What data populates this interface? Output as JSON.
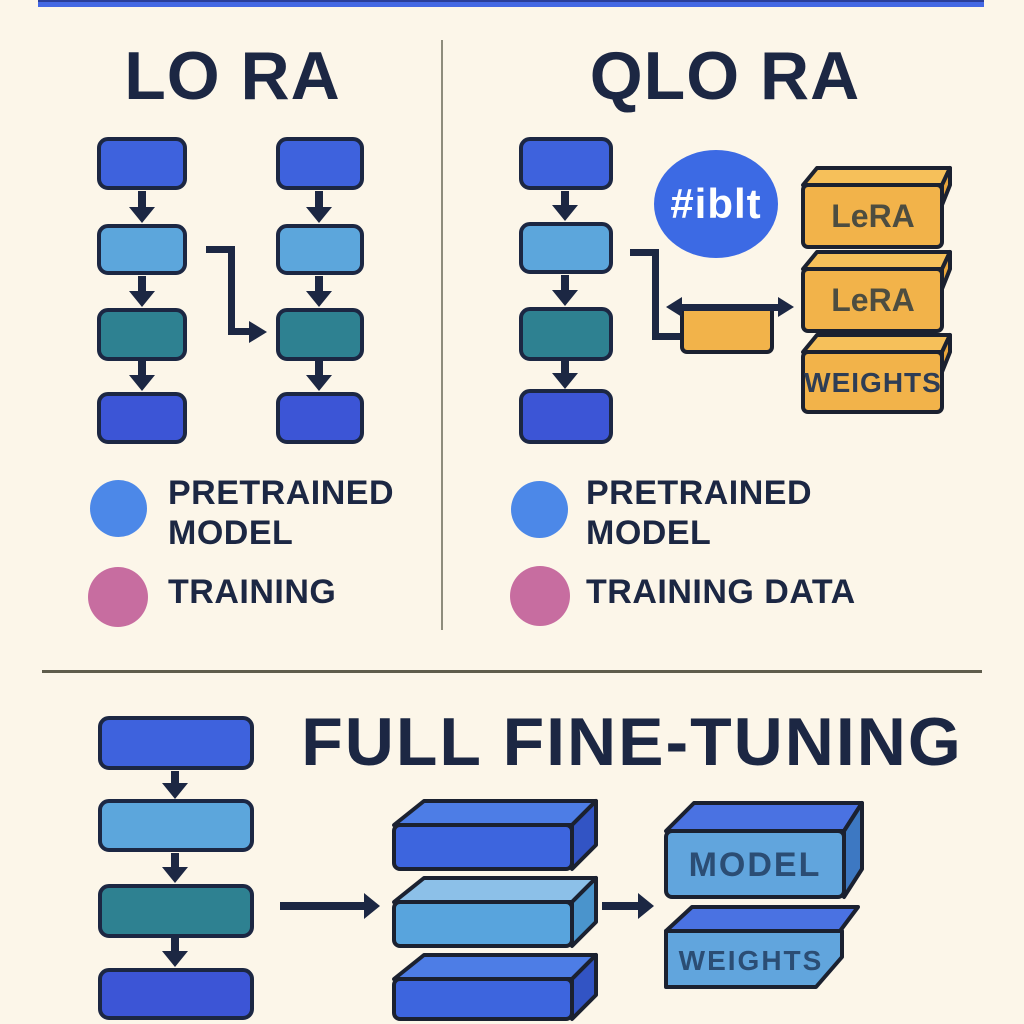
{
  "colors": {
    "bg": "#fcf6e9",
    "navy": "#1c2743",
    "outline": "#1b2130",
    "bar_blue": "#4468e4",
    "divider_v": "#8e8c7c",
    "divider_h": "#5f5d4c",
    "row1": "#3e62dd",
    "row2": "#5ca6dc",
    "row3": "#2e8191",
    "row4": "#3c55d6",
    "legend_blue": "#4c88e8",
    "legend_pink": "#c76da0",
    "badge_blue": "#3c6ae4",
    "orange": "#f2b34a",
    "orange_top": "#f6c05a",
    "orange_side": "#e9a63c",
    "stack_royal": "#3d65de",
    "stack_royal_top": "#4d7de6",
    "stack_royal_side": "#3254c4",
    "stack_light": "#58a4dd",
    "stack_light_top": "#8cc0e8",
    "stack_light_side": "#4a94cc",
    "box3d_front": "#61a5dd",
    "box3d_top": "#4a72e2",
    "box3d_side": "#3d78c2",
    "label_olive": "#4d4d40",
    "label_navy": "#2b4d74",
    "label_navy_dk": "#2e3d55"
  },
  "sections": {
    "lora": {
      "title": "LO RA",
      "legend": {
        "pretrained": {
          "line1": "PRETRAINED",
          "line2": "MODEL"
        },
        "training": {
          "line1": "TRAINING"
        }
      }
    },
    "qlora": {
      "title": "QLO RA",
      "badge": "#iblt",
      "stack": {
        "box1": "LeRA",
        "box2": "LeRA",
        "box3": "WEIGHTS"
      },
      "legend": {
        "pretrained": {
          "line1": "PRETRAINED",
          "line2": "MODEL"
        },
        "training": {
          "line1": "TRAINING DATA"
        }
      }
    },
    "full": {
      "title": "FULL FINE-TUNING",
      "result": {
        "box1": "MODEL",
        "box2": "WEIGHTS"
      }
    }
  }
}
